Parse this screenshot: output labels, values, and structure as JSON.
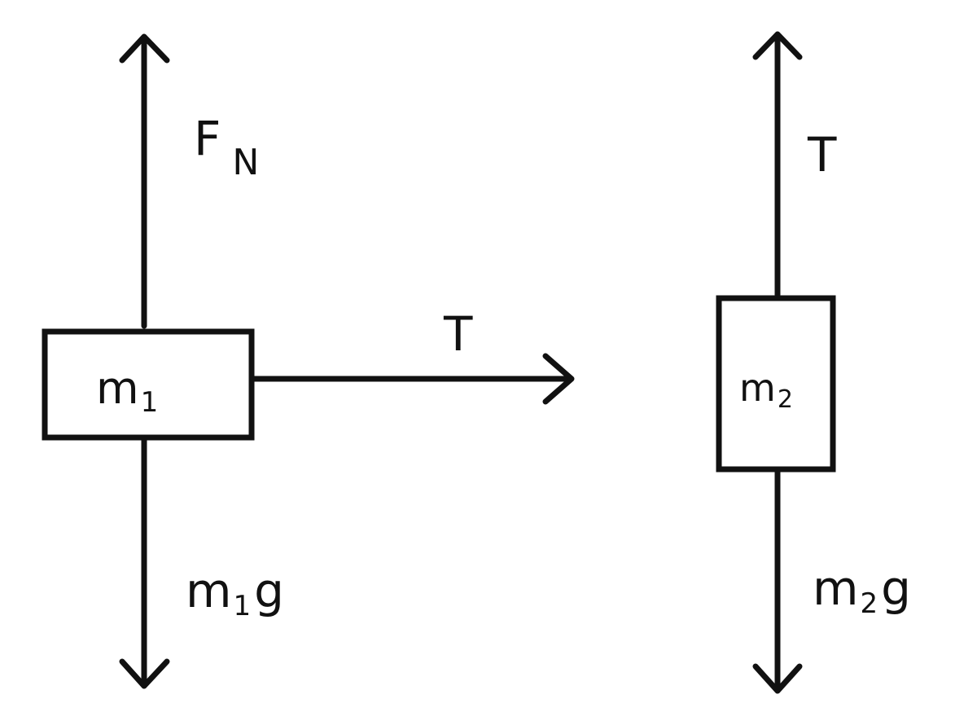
{
  "diagram": {
    "left_body": {
      "mass_label": "m",
      "mass_subscript": "1",
      "normal_force": {
        "symbol": "F",
        "subscript": "N"
      },
      "tension": "T",
      "weight": {
        "symbol": "m",
        "subscript": "1",
        "suffix": "g"
      }
    },
    "right_body": {
      "mass_label": "m",
      "mass_subscript": "2",
      "tension": "T",
      "weight": {
        "symbol": "m",
        "subscript": "2",
        "suffix": "g"
      }
    }
  }
}
